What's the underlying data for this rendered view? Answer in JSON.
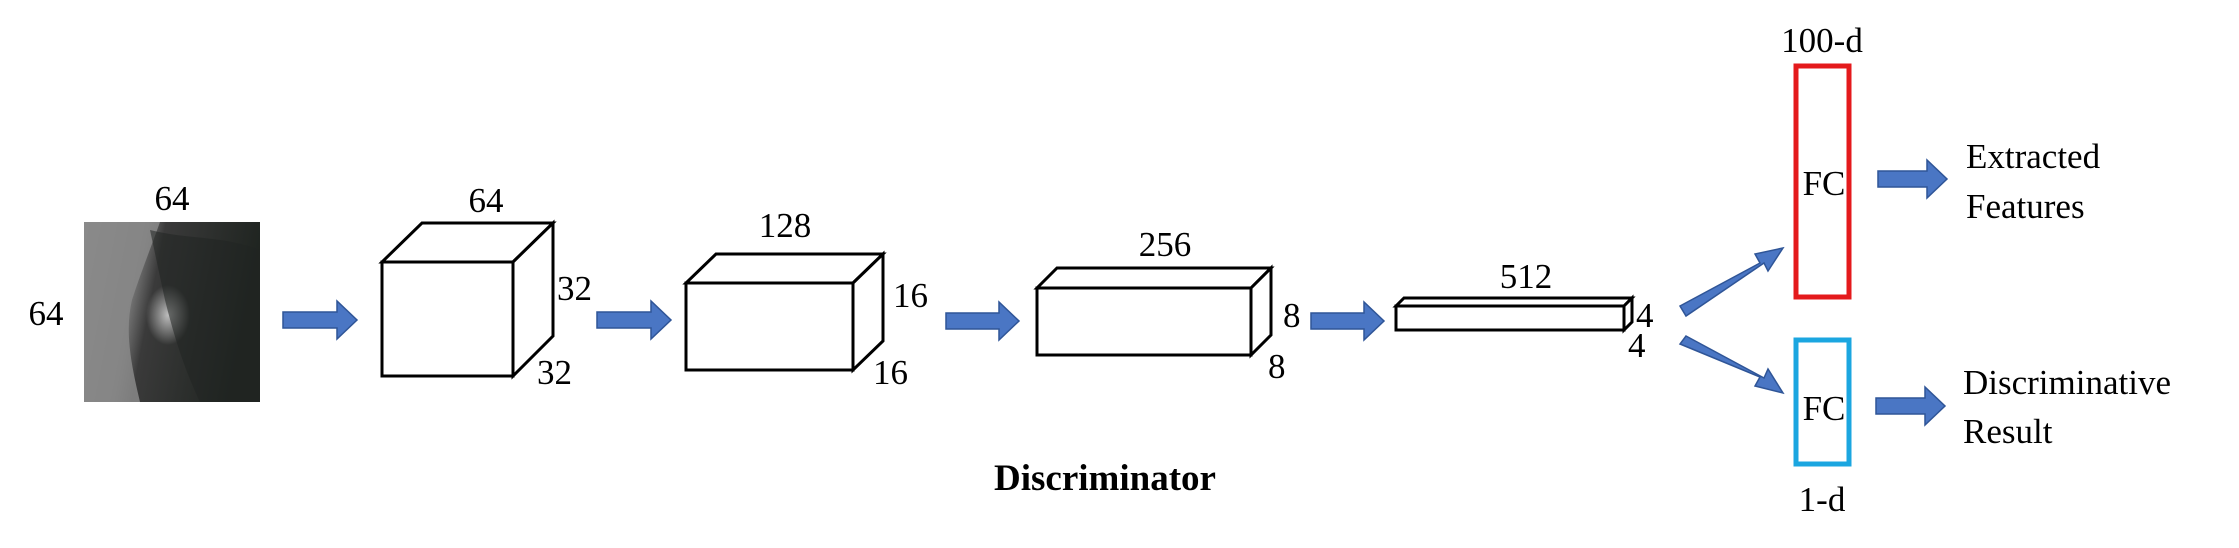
{
  "input_image": {
    "width_label": "64",
    "height_label": "64"
  },
  "blocks": [
    {
      "top_label": "64",
      "side_label": "32",
      "depth_label": "32"
    },
    {
      "top_label": "128",
      "side_label": "16",
      "depth_label": "16"
    },
    {
      "top_label": "256",
      "side_label": "8",
      "depth_label": "8"
    },
    {
      "top_label": "512",
      "side_label": "4",
      "depth_label": "4"
    }
  ],
  "fc_features": {
    "label": "FC",
    "dim_label": "100-d",
    "output_label_line1": "Extracted",
    "output_label_line2": "Features",
    "color": "#e41a1c"
  },
  "fc_result": {
    "label": "FC",
    "dim_label": "1-d",
    "output_label_line1": "Discriminative",
    "output_label_line2": "Result",
    "color": "#1ba6e0"
  },
  "title": "Discriminator",
  "colors": {
    "arrow": "#4a76c4",
    "arrow_stroke": "#2f5597"
  }
}
